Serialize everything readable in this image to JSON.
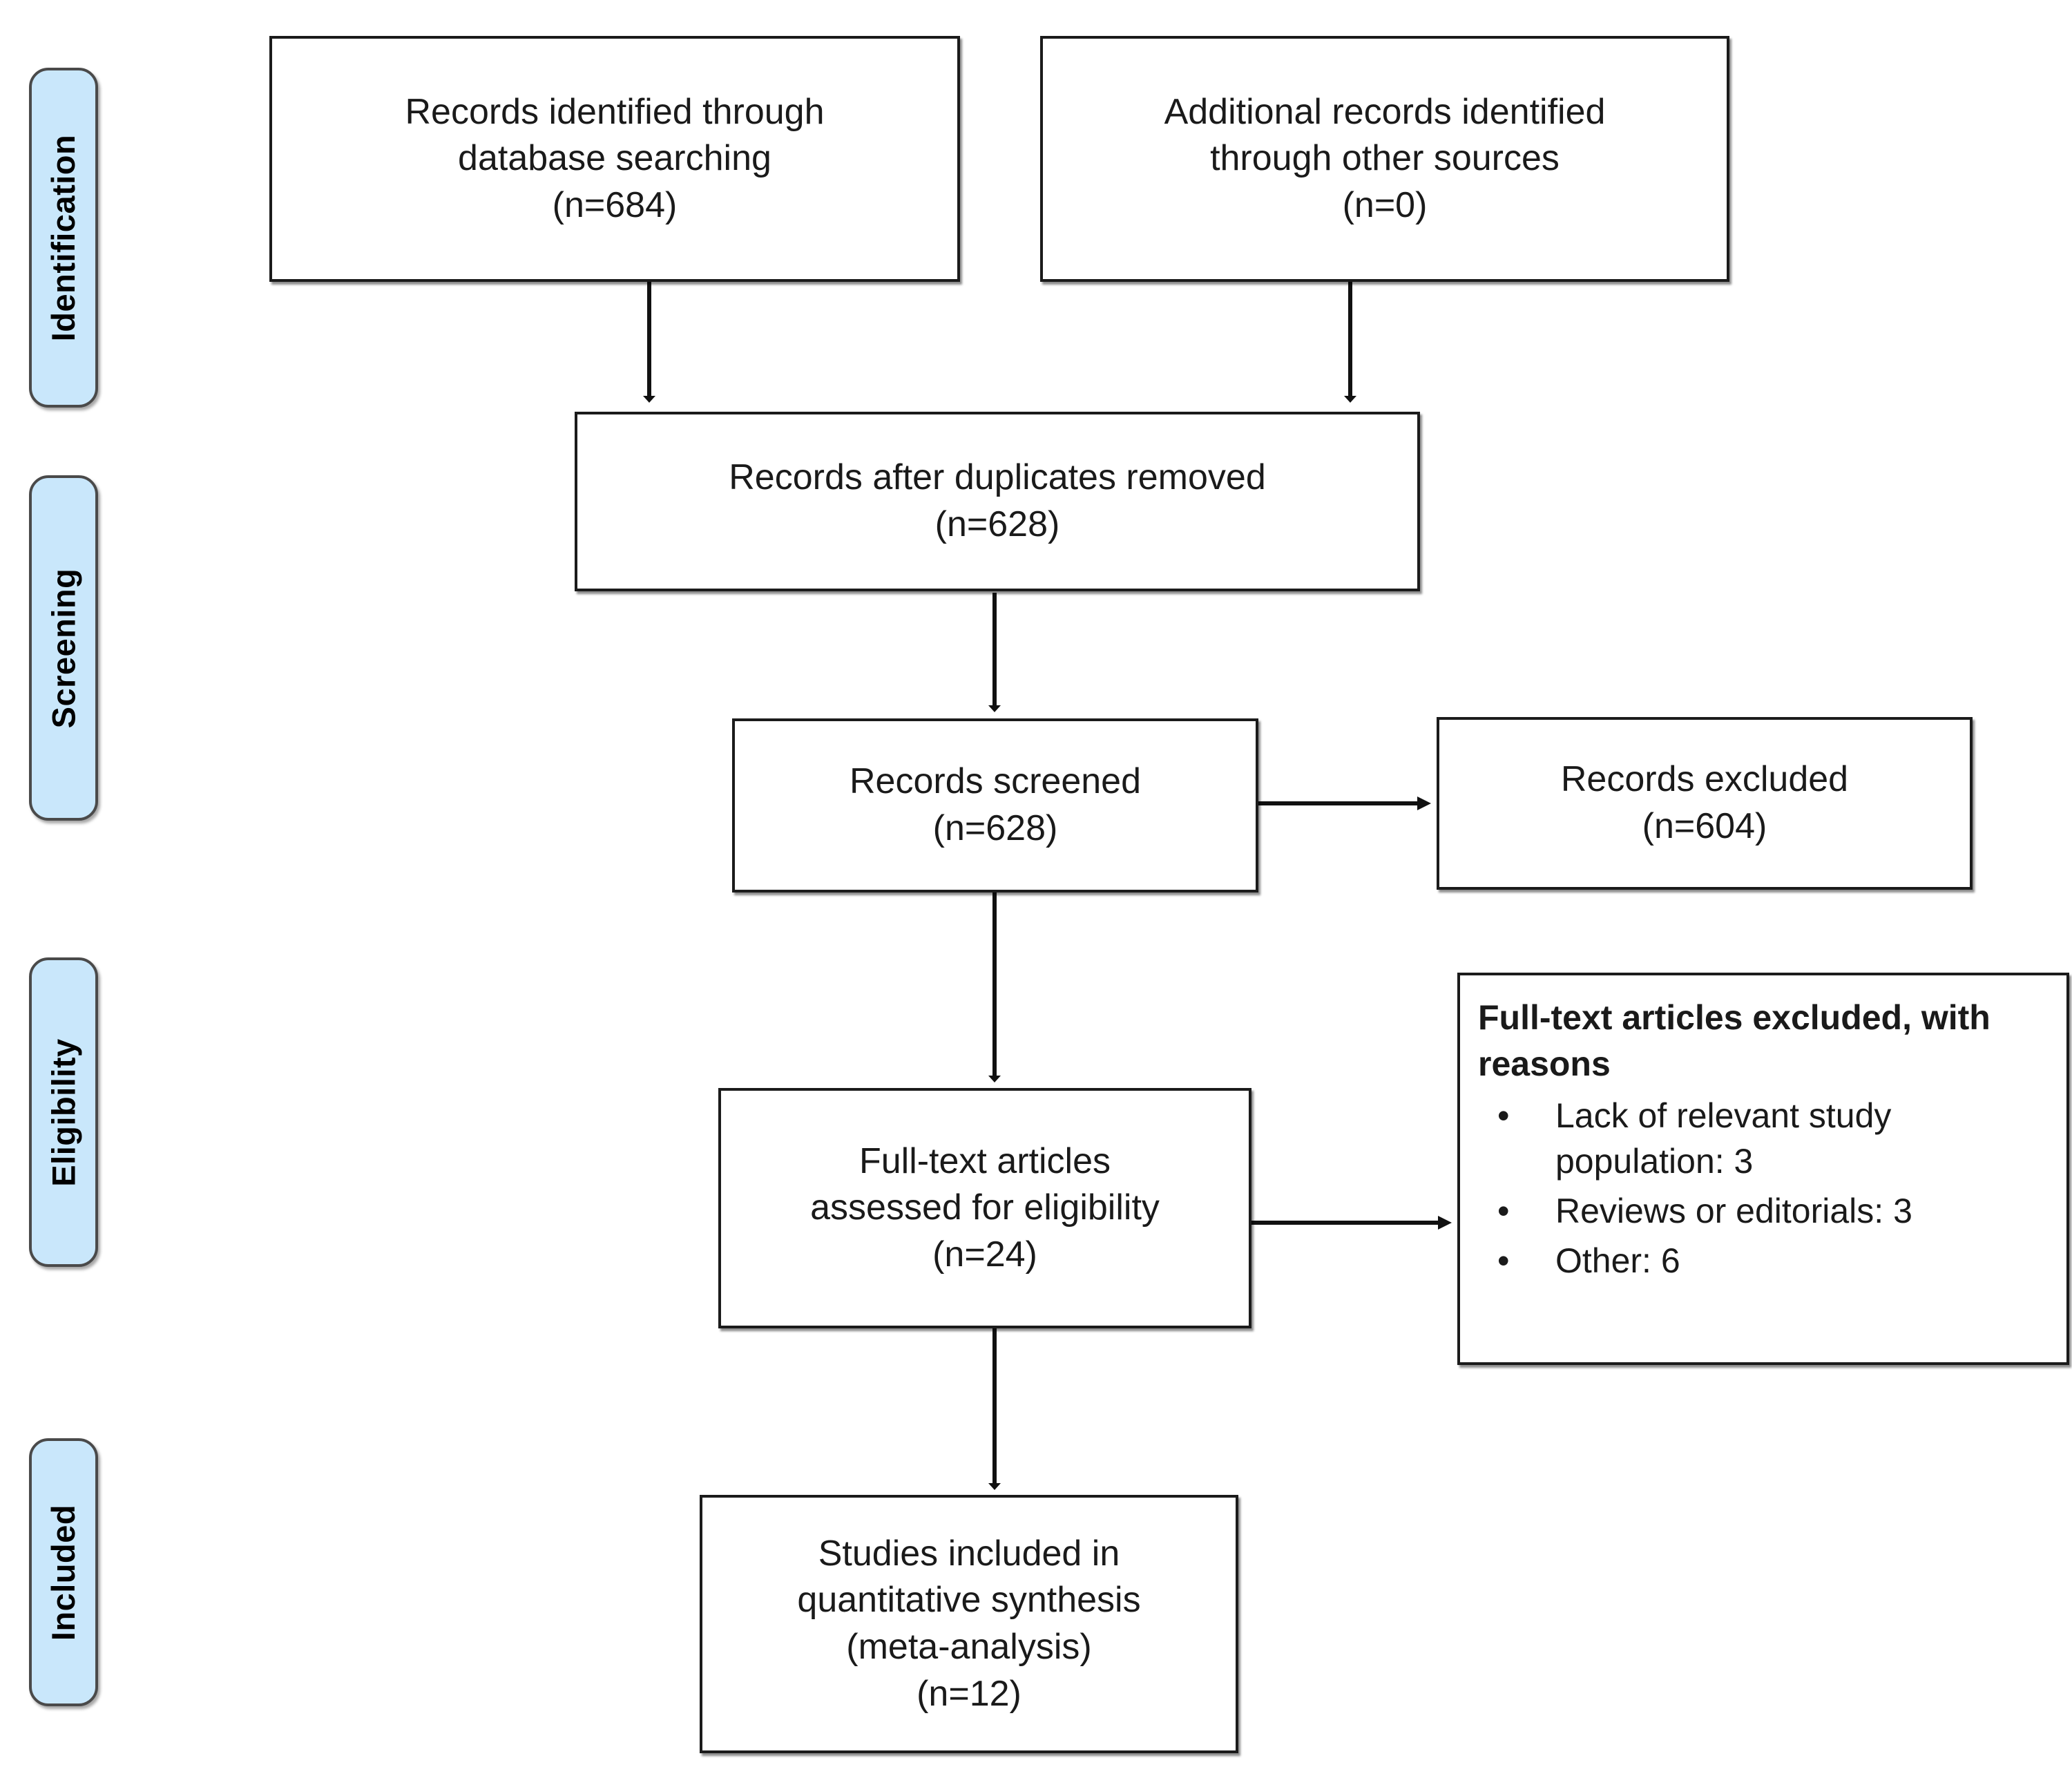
{
  "diagram": {
    "type": "prisma-flow-diagram",
    "colors": {
      "phase_fill": "#c9e7fb",
      "phase_border": "#4a4a4a",
      "box_border": "#1b1b1b",
      "background": "#ffffff",
      "text": "#1a1a1a"
    }
  },
  "phases": [
    {
      "label": "Identification"
    },
    {
      "label": "Screening"
    },
    {
      "label": "Eligibility"
    },
    {
      "label": "Included"
    }
  ],
  "boxes": {
    "database_search": {
      "line1": "Records identified through",
      "line2": "database searching",
      "line3": "(n=684)"
    },
    "other_sources": {
      "line1": "Additional records identified",
      "line2": "through other sources",
      "line3": "(n=0)"
    },
    "duplicates_removed": {
      "line1": "Records after duplicates removed",
      "line2": "(n=628)"
    },
    "records_screened": {
      "line1": "Records screened",
      "line2": "(n=628)"
    },
    "records_excluded": {
      "line1": "Records excluded",
      "line2": "(n=604)"
    },
    "fulltext_assessed": {
      "line1": "Full-text articles",
      "line2": "assessed for eligibility",
      "line3": "(n=24)"
    },
    "fulltext_excluded": {
      "title": "Full-text articles excluded, with reasons",
      "bullet": "•",
      "items": [
        "Lack of relevant study population: 3",
        "Reviews or editorials: 3",
        "Other: 6"
      ]
    },
    "studies_included": {
      "line1": "Studies included in",
      "line2": "quantitative synthesis",
      "line3": "(meta-analysis)",
      "line4": "(n=12)"
    }
  }
}
